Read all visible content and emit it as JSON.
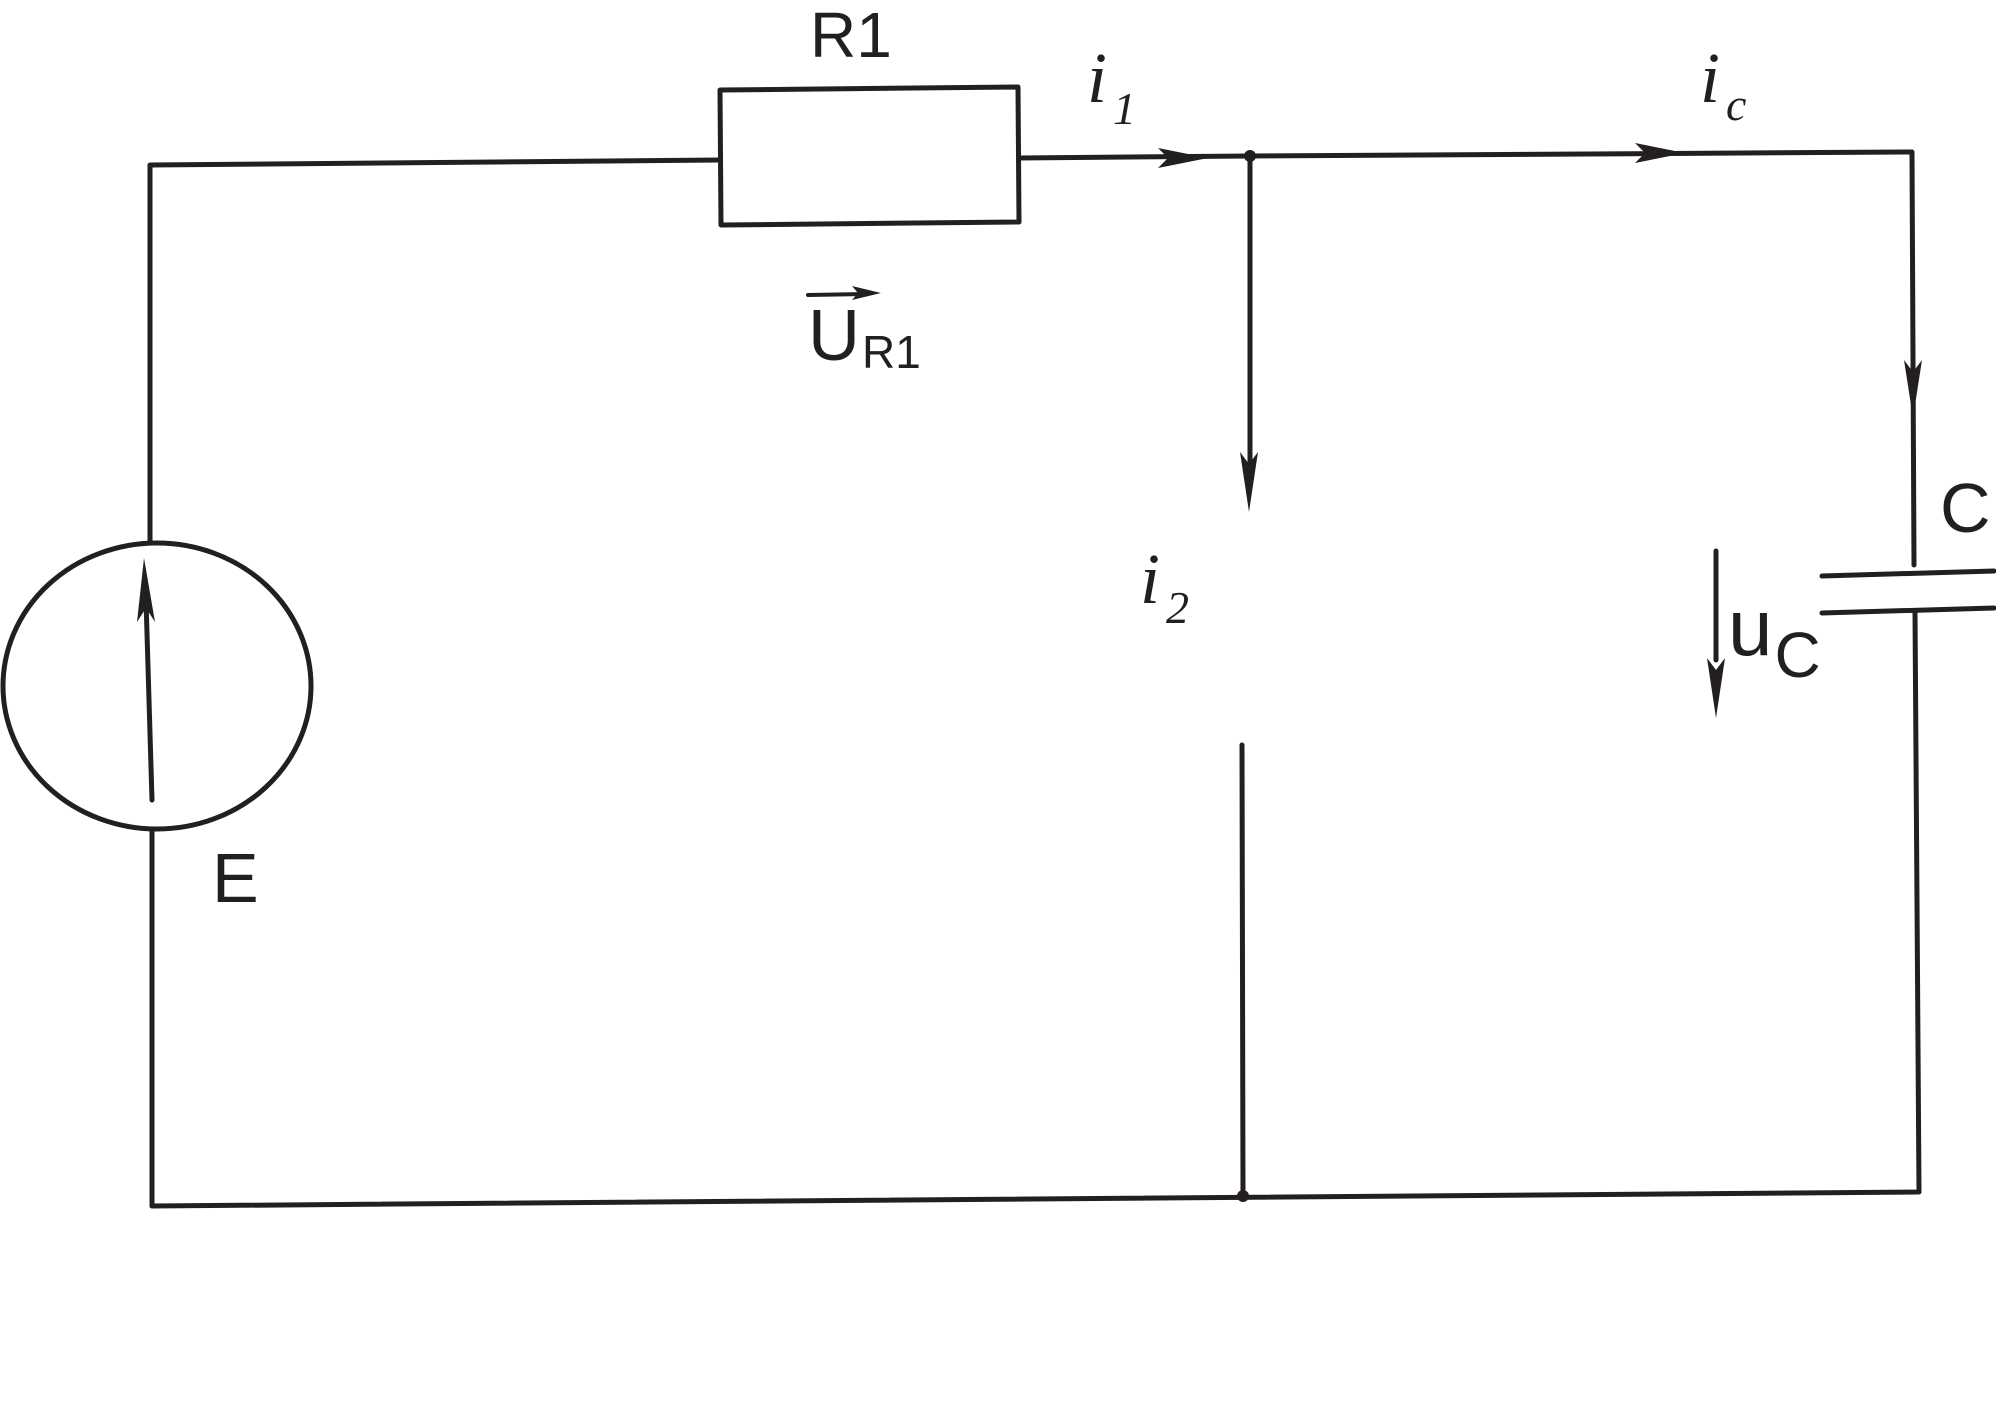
{
  "labels": {
    "resistor": "R1",
    "source": "E",
    "capacitor": "C",
    "current_1": "i",
    "current_1_sub": "1",
    "current_2": "i",
    "current_2_sub": "2",
    "current_c": "i",
    "current_c_sub": "c",
    "voltage_r1": "U",
    "voltage_r1_sub": "R1",
    "voltage_c": "u",
    "voltage_c_sub": "C"
  },
  "colors": {
    "line": "#231f20",
    "background": "#ffffff"
  }
}
